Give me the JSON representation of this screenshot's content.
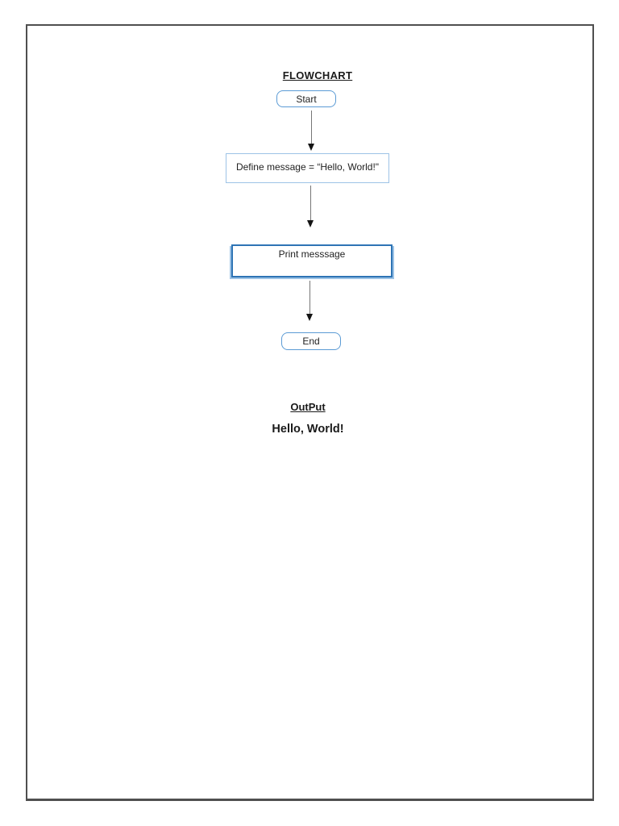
{
  "document": {
    "title": "FLOWCHART",
    "output": {
      "heading": "OutPut",
      "text": "Hello, World!"
    }
  },
  "flowchart": {
    "nodes": [
      {
        "id": "start",
        "shape": "terminator",
        "label": "Start"
      },
      {
        "id": "define-message",
        "shape": "process",
        "label": "Define message = “Hello, World!\""
      },
      {
        "id": "print-message",
        "shape": "process-with-shadow",
        "label": "Print messsage"
      },
      {
        "id": "end",
        "shape": "terminator",
        "label": "End"
      }
    ],
    "connectors": [
      {
        "from": "start",
        "to": "define-message",
        "type": "arrow-down"
      },
      {
        "from": "define-message",
        "to": "print-message",
        "type": "arrow-down"
      },
      {
        "from": "print-message",
        "to": "end",
        "type": "arrow-down"
      }
    ]
  },
  "colors": {
    "terminator_border": "#5B9BD5",
    "process_border": "#9DC3E6",
    "process_shadow_border": "#2E74B5",
    "process_shadow_glow": "#9DC3E6",
    "arrow_line": "#767676",
    "arrow_head": "#141414",
    "page_border": "#4f4f4f",
    "text": "#1a1a1a",
    "background": "#ffffff"
  }
}
